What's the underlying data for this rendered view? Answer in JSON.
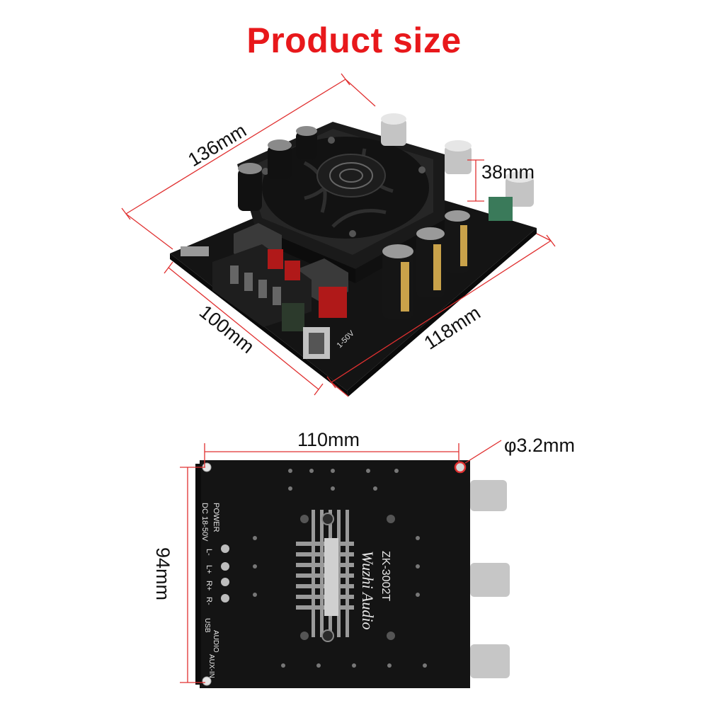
{
  "title": "Product size",
  "colors": {
    "title": "#e8181b",
    "dimension_line": "#e03030",
    "pcb": "#161616",
    "heatsink": "#1c1c1c",
    "silver": "#c9c9c9",
    "gold": "#c9a24a"
  },
  "top_view": {
    "length_label": "136mm",
    "height_label": "38mm",
    "width_label": "100mm",
    "depth_label": "118mm",
    "board_texts": {
      "voltage": "1-50V"
    }
  },
  "bottom_view": {
    "width_label": "110mm",
    "hole_label": "φ3.2mm",
    "height_label": "94mm",
    "board_texts": {
      "brand": "Wuzhi Audio",
      "model": "ZK-3002T",
      "power": "POWER",
      "dc": "DC 18-50V",
      "l_minus": "L-",
      "l_plus": "L+",
      "r_plus": "R+",
      "r_minus": "R-",
      "usb": "USB",
      "audio": "AUDIO",
      "aux": "AUX-IN"
    }
  }
}
